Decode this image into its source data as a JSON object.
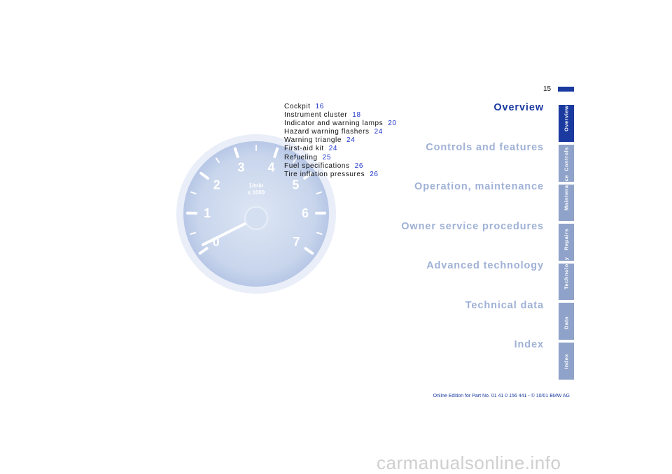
{
  "page_number": "15",
  "gauge": {
    "unit_line1": "1/min",
    "unit_line2": "x 1000",
    "numbers": [
      "0",
      "1",
      "2",
      "3",
      "4",
      "5",
      "6",
      "7"
    ]
  },
  "toc": [
    {
      "label": "Cockpit",
      "page": "16"
    },
    {
      "label": "Instrument cluster",
      "page": "18"
    },
    {
      "label": "Indicator and warning lamps",
      "page": "20"
    },
    {
      "label": "Hazard warning flashers",
      "page": "24"
    },
    {
      "label": "Warning triangle",
      "page": "24"
    },
    {
      "label": "First-aid kit",
      "page": "24"
    },
    {
      "label": "Refueling",
      "page": "25"
    },
    {
      "label": "Fuel specifications",
      "page": "26"
    },
    {
      "label": "Tire inflation pressures",
      "page": "26"
    }
  ],
  "sections": [
    {
      "label": "Overview",
      "active": true
    },
    {
      "label": "Controls and features",
      "active": false
    },
    {
      "label": "Operation, maintenance",
      "active": false
    },
    {
      "label": "Owner service procedures",
      "active": false
    },
    {
      "label": "Advanced technology",
      "active": false
    },
    {
      "label": "Technical data",
      "active": false
    },
    {
      "label": "Index",
      "active": false
    }
  ],
  "tabs": [
    {
      "label": "Overview",
      "active": true
    },
    {
      "label": "Controls",
      "active": false
    },
    {
      "label": "Maintenance",
      "active": false
    },
    {
      "label": "Repairs",
      "active": false
    },
    {
      "label": "Technology",
      "active": false
    },
    {
      "label": "Data",
      "active": false
    },
    {
      "label": "Index",
      "active": false
    }
  ],
  "footer": "Online Edition for Part No. 01 41 0 156 441 - © 10/01 BMW AG",
  "watermark": "carmanualsonline.info",
  "colors": {
    "accent": "#1a3aa0",
    "tab_inactive": "#8fa2c9",
    "section_inactive": "#9fb1d6",
    "toc_page": "#1d33cc"
  }
}
